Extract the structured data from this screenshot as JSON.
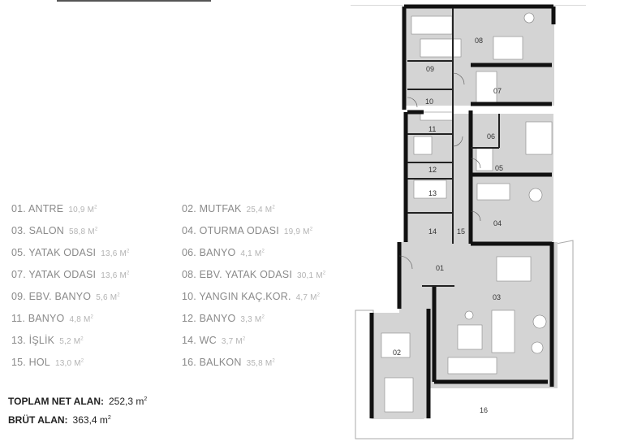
{
  "rooms": [
    {
      "id": "01",
      "name": "01. ANTRE",
      "area": "10,9",
      "unit": "M"
    },
    {
      "id": "02",
      "name": "02. MUTFAK",
      "area": "25,4",
      "unit": "M"
    },
    {
      "id": "03",
      "name": "03. SALON",
      "area": "58,8",
      "unit": "M"
    },
    {
      "id": "04",
      "name": "04. OTURMA ODASI",
      "area": "19,9",
      "unit": "M"
    },
    {
      "id": "05",
      "name": "05. YATAK ODASI",
      "area": "13,6",
      "unit": "M"
    },
    {
      "id": "06",
      "name": "06. BANYO",
      "area": "4,1",
      "unit": "M"
    },
    {
      "id": "07",
      "name": "07. YATAK ODASI",
      "area": "13,6",
      "unit": "M"
    },
    {
      "id": "08",
      "name": "08. EBV. YATAK ODASI",
      "area": "30,1",
      "unit": "M"
    },
    {
      "id": "09",
      "name": "09. EBV. BANYO",
      "area": "5,6",
      "unit": "M"
    },
    {
      "id": "10",
      "name": "10. YANGIN KAÇ.KOR.",
      "area": "4,7",
      "unit": "M"
    },
    {
      "id": "11",
      "name": "11. BANYO",
      "area": "4,8",
      "unit": "M"
    },
    {
      "id": "12",
      "name": "12. BANYO",
      "area": "3,3",
      "unit": "M"
    },
    {
      "id": "13",
      "name": "13. İŞLİK",
      "area": "5,2",
      "unit": "M"
    },
    {
      "id": "14",
      "name": "14. WC",
      "area": "3,7",
      "unit": "M"
    },
    {
      "id": "15",
      "name": "15. HOL",
      "area": "13,0",
      "unit": "M"
    },
    {
      "id": "16",
      "name": "16. BALKON",
      "area": "35,8",
      "unit": "M"
    }
  ],
  "sup": "2",
  "totals": {
    "net_label": "TOPLAM NET ALAN:",
    "net_value": "252,3 m",
    "gross_label": "BRÜT ALAN:",
    "gross_value": "363,4 m"
  },
  "plan_labels": {
    "r01": "01",
    "r02": "02",
    "r03": "03",
    "r04": "04",
    "r05": "05",
    "r06": "06",
    "r07": "07",
    "r08": "08",
    "r09": "09",
    "r10": "10",
    "r11": "11",
    "r12": "12",
    "r13": "13",
    "r14": "14",
    "r15": "15",
    "r16": "16"
  }
}
